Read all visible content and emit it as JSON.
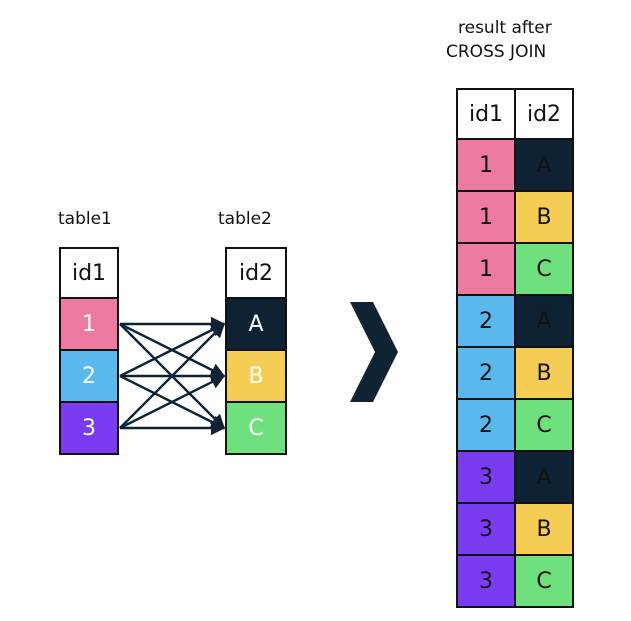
{
  "labels": {
    "table1": "table1",
    "table2": "table2",
    "result_line1": "result after",
    "result_line2": "CROSS JOIN"
  },
  "table1": {
    "header": "id1",
    "rows": [
      "1",
      "2",
      "3"
    ]
  },
  "table2": {
    "header": "id2",
    "rows": [
      "A",
      "B",
      "C"
    ]
  },
  "result": {
    "headers": [
      "id1",
      "id2"
    ],
    "rows": [
      [
        "1",
        "A"
      ],
      [
        "1",
        "B"
      ],
      [
        "1",
        "C"
      ],
      [
        "2",
        "A"
      ],
      [
        "2",
        "B"
      ],
      [
        "2",
        "C"
      ],
      [
        "3",
        "A"
      ],
      [
        "3",
        "B"
      ],
      [
        "3",
        "C"
      ]
    ]
  },
  "colors": {
    "1": "#ed7aa0",
    "2": "#5bb8ec",
    "3": "#7a3cf0",
    "A": "#0f2233",
    "B": "#f5cd55",
    "C": "#6ee07e",
    "border": "#111111",
    "chevron": "#0f2233"
  }
}
